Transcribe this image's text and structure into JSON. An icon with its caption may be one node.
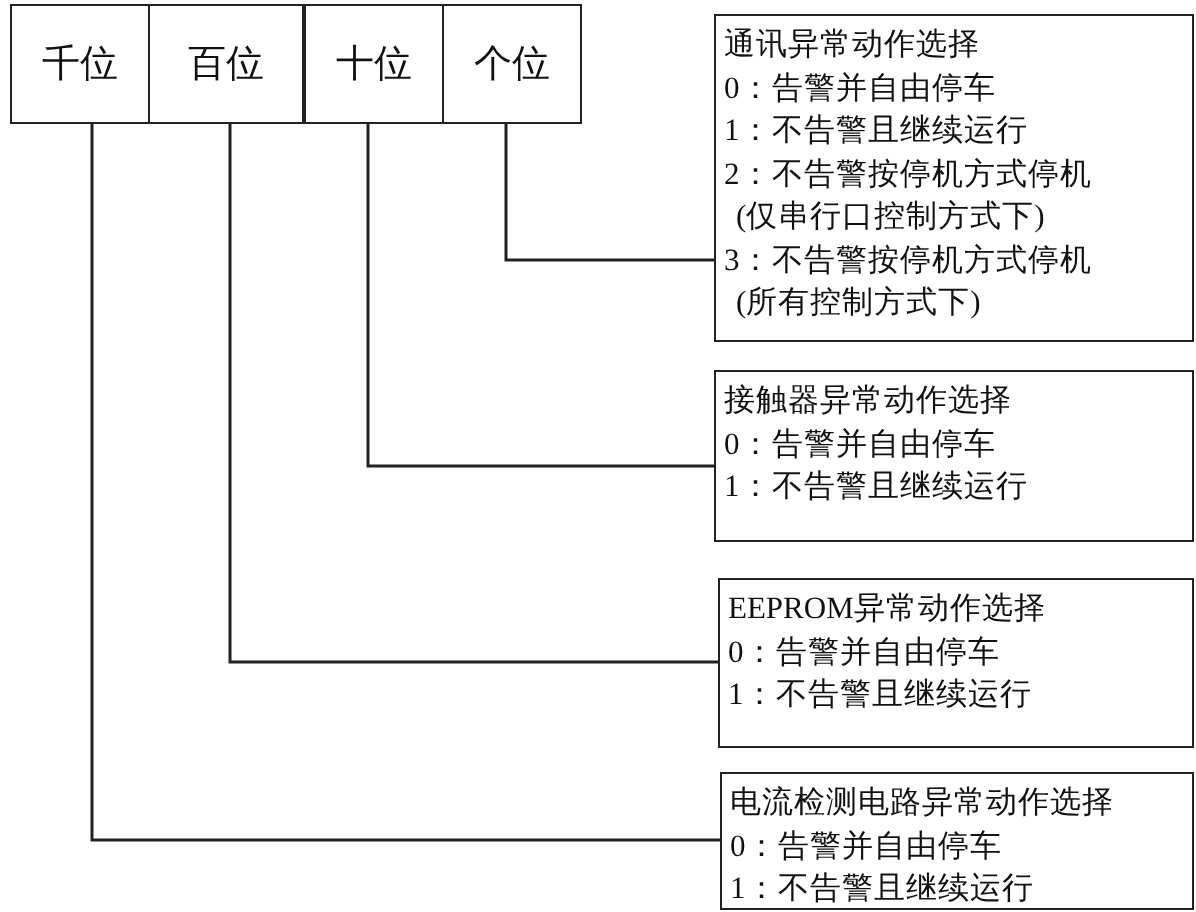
{
  "diagram": {
    "nodes": [
      {
        "text": [
          "千位"
        ]
      },
      {
        "text": [
          "百位"
        ]
      },
      {
        "text": [
          "十位"
        ]
      },
      {
        "text": [
          "个位"
        ]
      },
      {
        "text": [
          "通讯异常动作选择",
          "0：告警并自由停车",
          "1：不告警且继续运行",
          "2：不告警按停机方式停机",
          "(仅串行口控制方式下)",
          "3：不告警按停机方式停机",
          "(所有控制方式下)"
        ]
      },
      {
        "text": [
          "接触器异常动作选择",
          "0：告警并自由停车",
          "1：不告警且继续运行"
        ]
      },
      {
        "text": [
          "EEPROM异常动作选择",
          "0：告警并自由停车",
          "1：不告警且继续运行"
        ]
      },
      {
        "text": [
          "电流检测电路异常动作选择",
          "0：告警并自由停车",
          "1：不告警且继续运行"
        ]
      }
    ],
    "edges": [
      {
        "from": 3,
        "to": 4,
        "arrow": "none"
      },
      {
        "from": 2,
        "to": 5,
        "arrow": "none"
      },
      {
        "from": 1,
        "to": 6,
        "arrow": "none"
      },
      {
        "from": 0,
        "to": 7,
        "arrow": "none"
      }
    ]
  }
}
